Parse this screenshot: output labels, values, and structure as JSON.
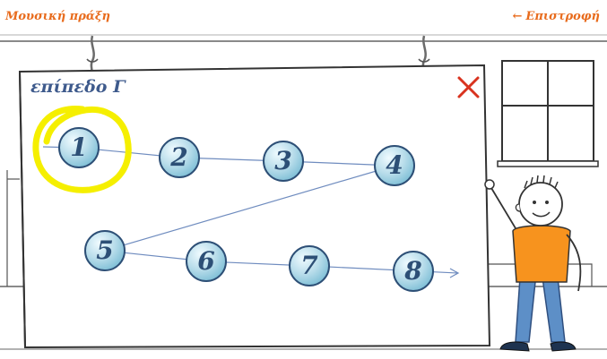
{
  "header": {
    "left_title": "Μουσική πράξη",
    "back_arrow": "←",
    "back_label": "Επιστροφή",
    "accent_color": "#e86b1c"
  },
  "panel": {
    "title": "επίπεδο Γ",
    "close_icon": "close-icon",
    "close_color": "#d9331f",
    "highlight_color": "#f5ef00",
    "nodes": [
      "1",
      "2",
      "3",
      "4",
      "5",
      "6",
      "7",
      "8"
    ],
    "highlighted_node": "1"
  }
}
